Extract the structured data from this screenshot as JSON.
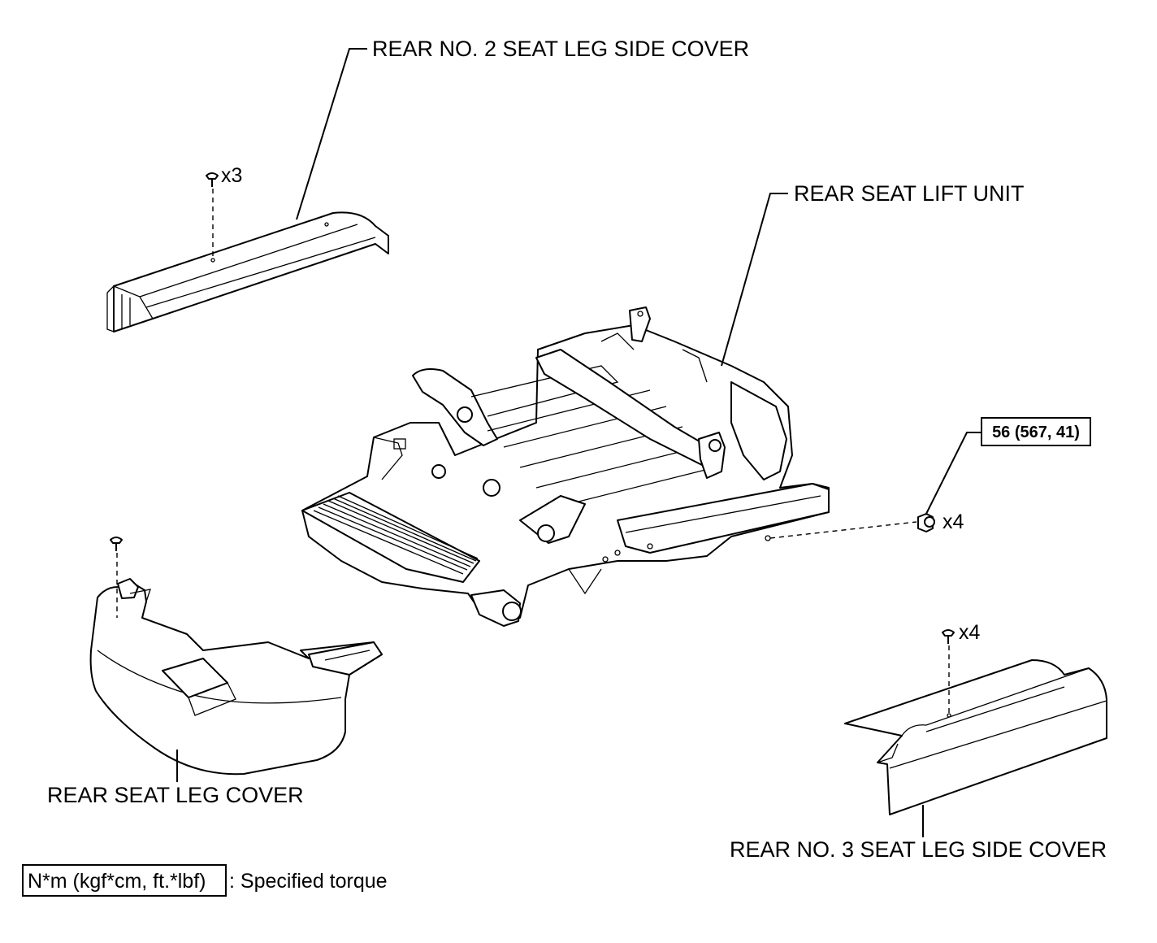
{
  "labels": {
    "rear_no2_seat_leg_side_cover": "REAR NO. 2 SEAT LEG SIDE COVER",
    "rear_seat_lift_unit": "REAR SEAT LIFT UNIT",
    "rear_seat_leg_cover": "REAR SEAT LEG COVER",
    "rear_no3_seat_leg_side_cover": "REAR NO. 3 SEAT LEG SIDE COVER"
  },
  "quantities": {
    "no2_cover_screws": "x3",
    "lift_unit_bolts": "x4",
    "no3_cover_screws": "x4"
  },
  "torque": {
    "lift_unit_bolts": "56 (567, 41)"
  },
  "legend": {
    "unit_box": "N*m (kgf*cm, ft.*lbf)",
    "description": ": Specified torque"
  }
}
